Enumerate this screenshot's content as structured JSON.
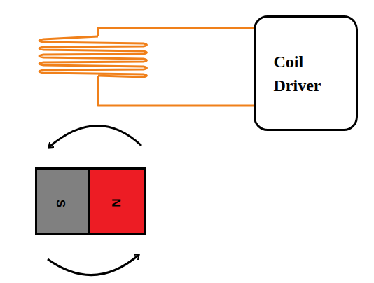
{
  "diagram": {
    "nodes": [
      {
        "text": [
          "Coil Driver"
        ]
      },
      {
        "text": [
          "S"
        ]
      },
      {
        "text": [
          "N"
        ]
      }
    ]
  }
}
